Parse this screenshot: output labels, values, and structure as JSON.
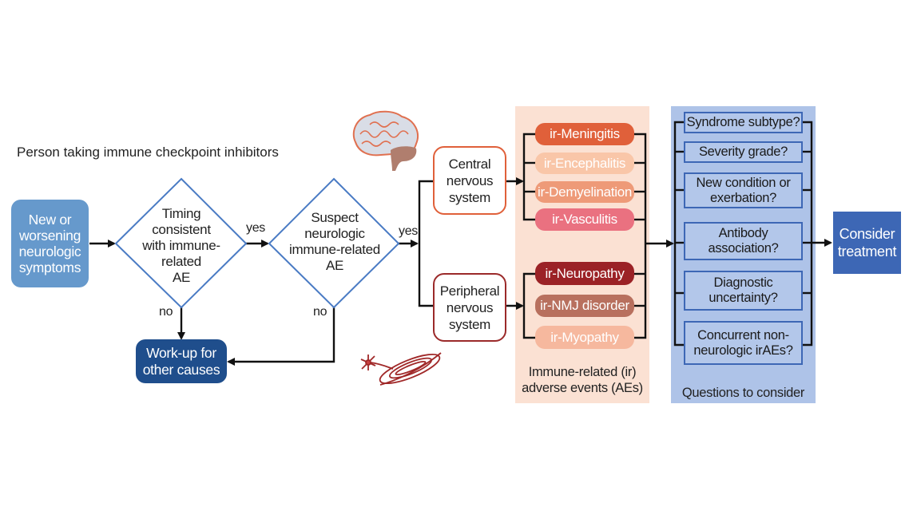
{
  "header": {
    "title": "Person taking immune checkpoint inhibitors"
  },
  "start": {
    "label": "New or worsening neurologic symptoms",
    "color": "#6699cc"
  },
  "decision1": {
    "label_lines": [
      "Timing",
      "consistent",
      "with immune-",
      "related",
      "AE"
    ]
  },
  "decision2": {
    "label_lines": [
      "Suspect",
      "neurologic",
      "immune-related",
      "AE"
    ]
  },
  "edges": {
    "yes1": "yes",
    "yes2": "yes",
    "no1": "no",
    "no2": "no"
  },
  "workup": {
    "label_lines": [
      "Work-up for",
      "other causes"
    ],
    "color": "#1f4e8c"
  },
  "icons": {
    "brain": "brain-icon",
    "muscle": "muscle-nerve-icon"
  },
  "cns": {
    "label_lines": [
      "Central",
      "nervous",
      "system"
    ],
    "border_color": "#e0603a"
  },
  "pns": {
    "label_lines": [
      "Peripheral",
      "nervous",
      "system"
    ],
    "border_color": "#9b2a2a"
  },
  "adverse_events": {
    "panel_color": "#fbe1d3",
    "cns_items": [
      {
        "label": "ir-Meningitis",
        "color": "#e0603a"
      },
      {
        "label": "ir-Encephalitis",
        "color": "#f9c6a8"
      },
      {
        "label": "ir-Demyelination",
        "color": "#ee9a78"
      },
      {
        "label": "ir-Vasculitis",
        "color": "#ea7180"
      }
    ],
    "pns_items": [
      {
        "label": "ir-Neuropathy",
        "color": "#9b2226"
      },
      {
        "label": "ir-NMJ disorder",
        "color": "#b8705e"
      },
      {
        "label": "ir-Myopathy",
        "color": "#f6b89e"
      }
    ],
    "caption_lines": [
      "Immune-related (ir)",
      "adverse events  (AEs)"
    ]
  },
  "questions": {
    "panel_color": "#aec3e8",
    "items": [
      {
        "lines": [
          "Syndrome subtype?"
        ]
      },
      {
        "lines": [
          "Severity grade?"
        ]
      },
      {
        "lines": [
          "New condition or",
          "exerbation?"
        ]
      },
      {
        "lines": [
          "Antibody",
          "association?"
        ]
      },
      {
        "lines": [
          "Diagnostic",
          "uncertainty?"
        ]
      },
      {
        "lines": [
          "Concurrent non-",
          "neurologic irAEs?"
        ]
      }
    ],
    "caption": "Questions to consider"
  },
  "treatment": {
    "label_lines": [
      "Consider",
      "treatment"
    ],
    "color": "#3d67b5"
  }
}
